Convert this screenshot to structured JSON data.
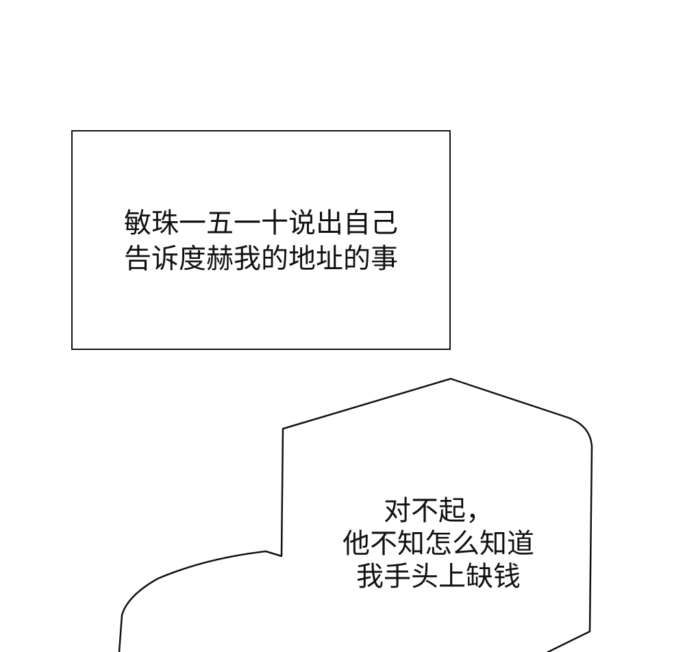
{
  "narration": {
    "line1": "敏珠一五一十说出自己",
    "line2": "告诉度赫我的地址的事"
  },
  "speech_bubble": {
    "line1": "对不起，",
    "line2": "他不知怎么知道",
    "line3": "我手头上缺钱"
  },
  "colors": {
    "ink": "#111111",
    "paper": "#ffffff"
  }
}
